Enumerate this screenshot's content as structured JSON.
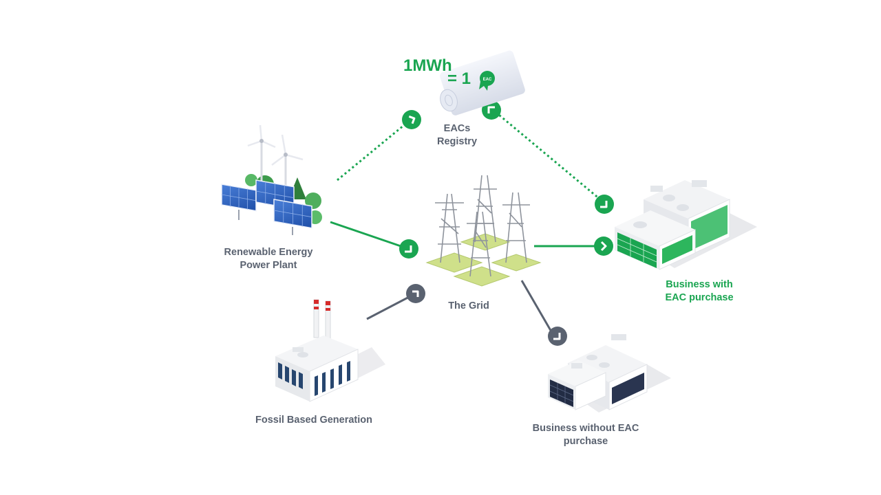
{
  "certificate": {
    "mwh_text": "1MWh",
    "equals_text": "= 1",
    "badge_text": "EAC"
  },
  "nodes": {
    "registry": {
      "line1": "EACs",
      "line2": "Registry"
    },
    "renewable": {
      "line1": "Renewable Energy",
      "line2": "Power Plant"
    },
    "grid": {
      "line1": "The Grid"
    },
    "fossil": {
      "line1": "Fossil Based Generation"
    },
    "business_eac": {
      "line1": "Business with",
      "line2": "EAC purchase"
    },
    "business_no_eac": {
      "line1": "Business without  EAC",
      "line2": "purchase"
    }
  },
  "colors": {
    "green": "#1aa551",
    "grey": "#5a6270",
    "dark_grey": "#4f5866"
  },
  "connections": [
    {
      "from": "renewable",
      "to": "registry",
      "style": "dotted",
      "color": "green"
    },
    {
      "from": "registry",
      "to": "business_eac",
      "style": "dotted",
      "color": "green"
    },
    {
      "from": "renewable",
      "to": "grid",
      "style": "solid",
      "color": "green"
    },
    {
      "from": "grid",
      "to": "business_eac",
      "style": "solid",
      "color": "green"
    },
    {
      "from": "fossil",
      "to": "grid",
      "style": "solid",
      "color": "grey"
    },
    {
      "from": "grid",
      "to": "business_no_eac",
      "style": "solid",
      "color": "grey"
    }
  ]
}
